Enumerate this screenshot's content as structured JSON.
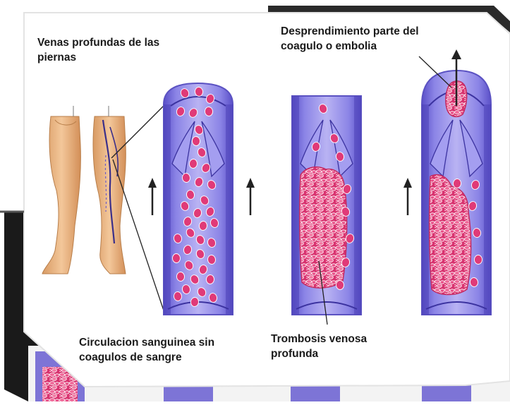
{
  "labels": {
    "deep_veins": [
      "Venas profundas de las",
      "piernas"
    ],
    "detachment": [
      "Desprendimiento parte del",
      "coagulo o embolia"
    ],
    "normal_flow": [
      "Circulacion sanguinea sin",
      "coagulos de sangre"
    ],
    "dvt": [
      "Trombosis venosa",
      "profunda"
    ]
  },
  "colors": {
    "vein_wall": "#7a70d8",
    "vein_fill": "#6a5fd0",
    "blood_cell": "#e03a78",
    "clot": "#e2467f",
    "skin": "#e9b583",
    "arrow": "#222222",
    "frame_shadow": "#111111"
  }
}
